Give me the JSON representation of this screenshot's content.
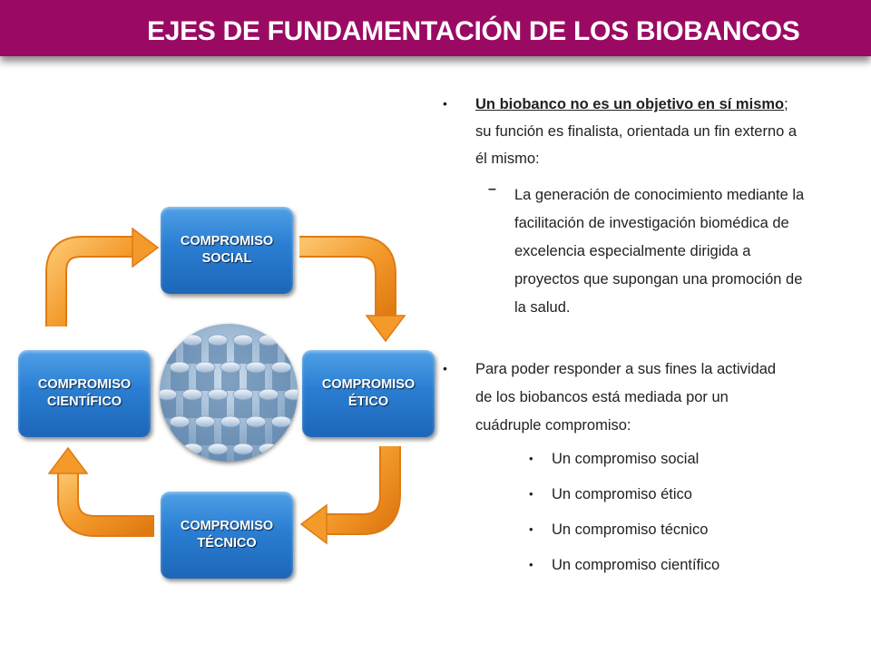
{
  "slide": {
    "title": "EJES DE FUNDAMENTACIÓN DE LOS BIOBANCOS",
    "colors": {
      "title_bar": "#9a0a63",
      "box_blue": "#2a7ed2",
      "arrow_orange": "#f39a2b"
    }
  },
  "diagram": {
    "boxes": {
      "social": {
        "line1": "COMPROMISO",
        "line2": "SOCIAL"
      },
      "etico": {
        "line1": "COMPROMISO",
        "line2": "ÉTICO"
      },
      "tecnico": {
        "line1": "COMPROMISO",
        "line2": "TÉCNICO"
      },
      "cientifico": {
        "line1": "COMPROMISO",
        "line2": "CIENTÍFICO"
      }
    },
    "center_image": "laboratory-vials-photo"
  },
  "text": {
    "bullet1_underlined": "Un biobanco no es un objetivo en sí mismo",
    "bullet1_rest": "; su función es finalista, orientada un fin externo a él mismo:",
    "dash_item": "La generación de conocimiento mediante la facilitación de investigación biomédica de excelencia especialmente dirigida a proyectos que supongan una promoción de la salud.",
    "bullet2": "Para poder responder a sus fines la actividad de los biobancos está mediada por un cuádruple compromiso:",
    "sub_items": [
      "Un compromiso social",
      "Un compromiso ético",
      "Un compromiso técnico",
      "Un compromiso científico"
    ]
  }
}
